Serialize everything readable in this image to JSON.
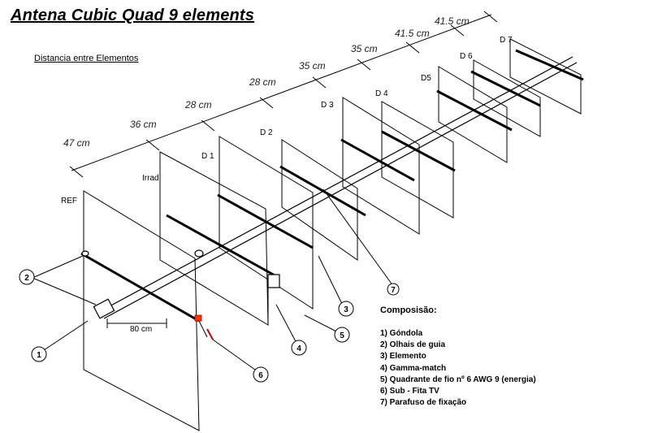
{
  "title": "Antena Cubic  Quad 9 elements",
  "subtitle": "Distancia entre Elementos",
  "element_labels": {
    "ref": "REF",
    "irrad": "Irrad",
    "d1": "D 1",
    "d2": "D 2",
    "d3": "D 3",
    "d4": "D 4",
    "d5": "D5",
    "d6": "D 6",
    "d7": "D 7"
  },
  "spacings": {
    "s1": "47 cm",
    "s2": "36 cm",
    "s3": "28 cm",
    "s4": "28 cm",
    "s5": "35 cm",
    "s6": "35 cm",
    "s7": "41.5 cm",
    "s8": "41.5 cm"
  },
  "boom_offset": "80 cm",
  "callouts": {
    "c1": "1",
    "c2": "2",
    "c3": "3",
    "c4": "4",
    "c5": "5",
    "c6": "6",
    "c7": "7"
  },
  "composition": {
    "heading": "Composisão:",
    "items": [
      "1) Góndola",
      "2) Olhais de guia",
      "3) Elemento",
      "4) Gamma-match",
      "5) Quadrante de fio nº 6 AWG 9 (energia)",
      "6) Sub - Fita TV",
      "7) Parafuso de fixação"
    ]
  }
}
